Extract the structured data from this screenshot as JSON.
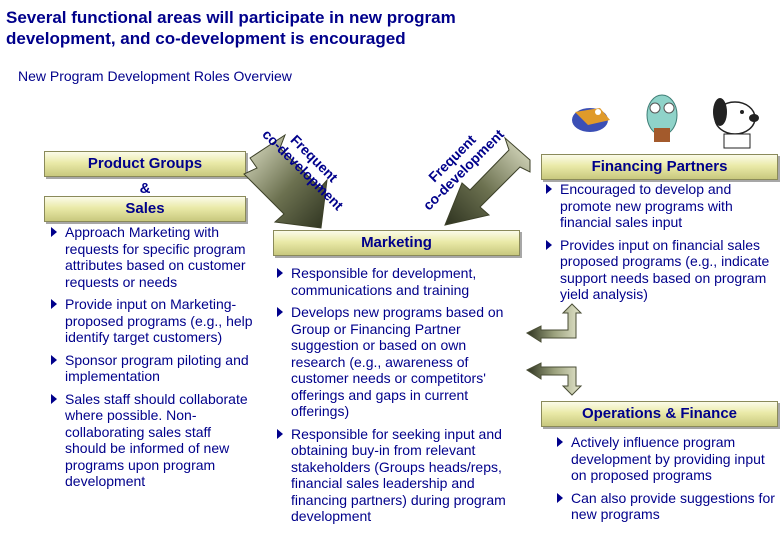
{
  "headline": "Several functional areas will participate in new program development, and co-development is encouraged",
  "subtitle": "New Program Development Roles Overview",
  "product_groups": {
    "title_line1": "Product Groups",
    "amp": "&",
    "title_line2": "Sales",
    "bullets": [
      "Approach Marketing with requests for specific program attributes based on customer requests or needs",
      "Provide input on Marketing-proposed programs (e.g., help identify target customers)",
      "Sponsor program piloting and implementation",
      "Sales staff should collaborate where possible. Non-collaborating sales staff should be informed of new programs upon program development"
    ]
  },
  "marketing": {
    "title": "Marketing",
    "bullets": [
      "Responsible for development, communications and training",
      "Develops new programs based on Group or Financing Partner suggestion or based on own research (e.g., awareness of customer needs or competitors' offerings and gaps in current offerings)",
      "Responsible for seeking input and obtaining buy-in from relevant stakeholders (Groups heads/reps, financial sales leadership and financing partners) during program development"
    ]
  },
  "financing_partners": {
    "title": "Financing Partners",
    "bullets": [
      "Encouraged to develop and promote new programs with financial sales input",
      "Provides input on financial sales proposed programs (e.g., indicate support needs based on program yield analysis)"
    ]
  },
  "operations_finance": {
    "title": "Operations & Finance",
    "bullets": [
      "Actively influence program development by providing input on proposed programs",
      "Can also provide suggestions for new programs"
    ]
  },
  "arrow_labels": {
    "left_line1": "Frequent",
    "left_line2": "co-development",
    "right_line1": "Frequent",
    "right_line2": "co-development"
  },
  "colors": {
    "text": "#00008B",
    "bar_light": "#fbfbe9",
    "bar_dark": "#c8c87e",
    "arrow_dark": "#2e3320",
    "arrow_light": "#e4e6cc"
  }
}
